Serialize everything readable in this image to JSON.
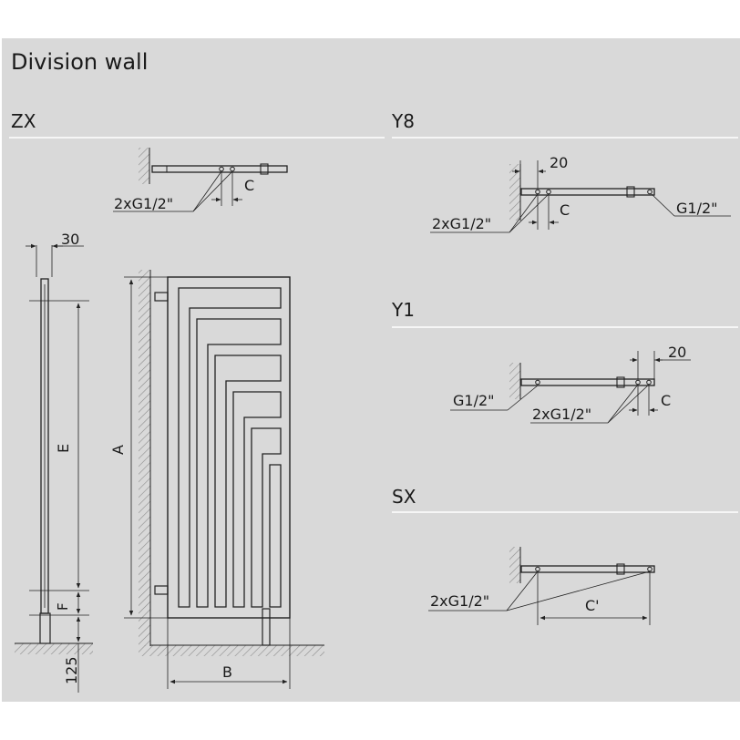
{
  "title": "Division wall",
  "sections": {
    "zx": {
      "name": "ZX",
      "labels": {
        "connection": "2xG1/2\"",
        "c": "C",
        "thickness": "30",
        "e": "E",
        "f": "F",
        "bottom": "125",
        "a": "A",
        "b": "B"
      }
    },
    "y8": {
      "name": "Y8",
      "labels": {
        "offset": "20",
        "connection_left": "2xG1/2\"",
        "c": "C",
        "connection_right": "G1/2\""
      }
    },
    "y1": {
      "name": "Y1",
      "labels": {
        "offset": "20",
        "connection_left": "G1/2\"",
        "connection_right": "2xG1/2\"",
        "c": "C"
      }
    },
    "sx": {
      "name": "SX",
      "labels": {
        "connection": "2xG1/2\"",
        "c_prime": "C'"
      }
    }
  },
  "colors": {
    "panel": "#d9d9d9",
    "line": "#222222",
    "hatch": "#8a8a8a",
    "text": "#1a1a1a"
  }
}
